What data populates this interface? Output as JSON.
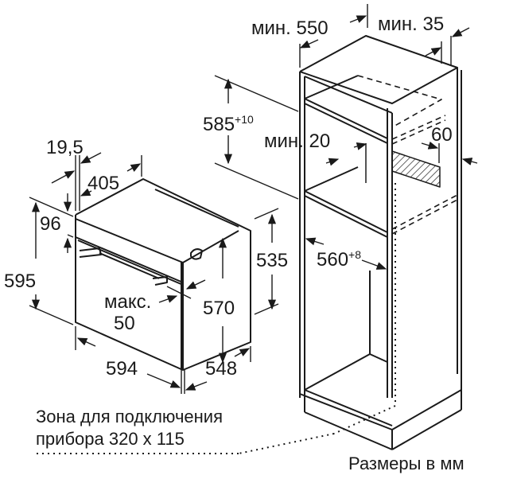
{
  "diagram": {
    "title": "Oven installation dimensions (tall cabinet)",
    "units_note": "Размеры в мм",
    "connection_zone": {
      "line1": "Зона для подключения",
      "line2": "прибора 320 x 115"
    },
    "cabinet_dims": {
      "min_depth": "мин. 550",
      "min_rear_gap": "мин. 35",
      "niche_height": "585",
      "niche_height_tol": "+10",
      "min_vent": "мин. 20",
      "vent_depth": "60",
      "niche_width": "560",
      "niche_width_tol": "+8"
    },
    "oven_dims": {
      "front_thickness": "19,5",
      "top_depth": "405",
      "panel_height": "96",
      "total_height": "595",
      "max_offset_label": "макс.",
      "max_offset_value": "50",
      "body_height": "570",
      "side_height": "535",
      "width": "594",
      "depth": "548"
    },
    "colors": {
      "line": "#1a1a1a",
      "background": "#ffffff",
      "hatch": "#333333"
    }
  }
}
